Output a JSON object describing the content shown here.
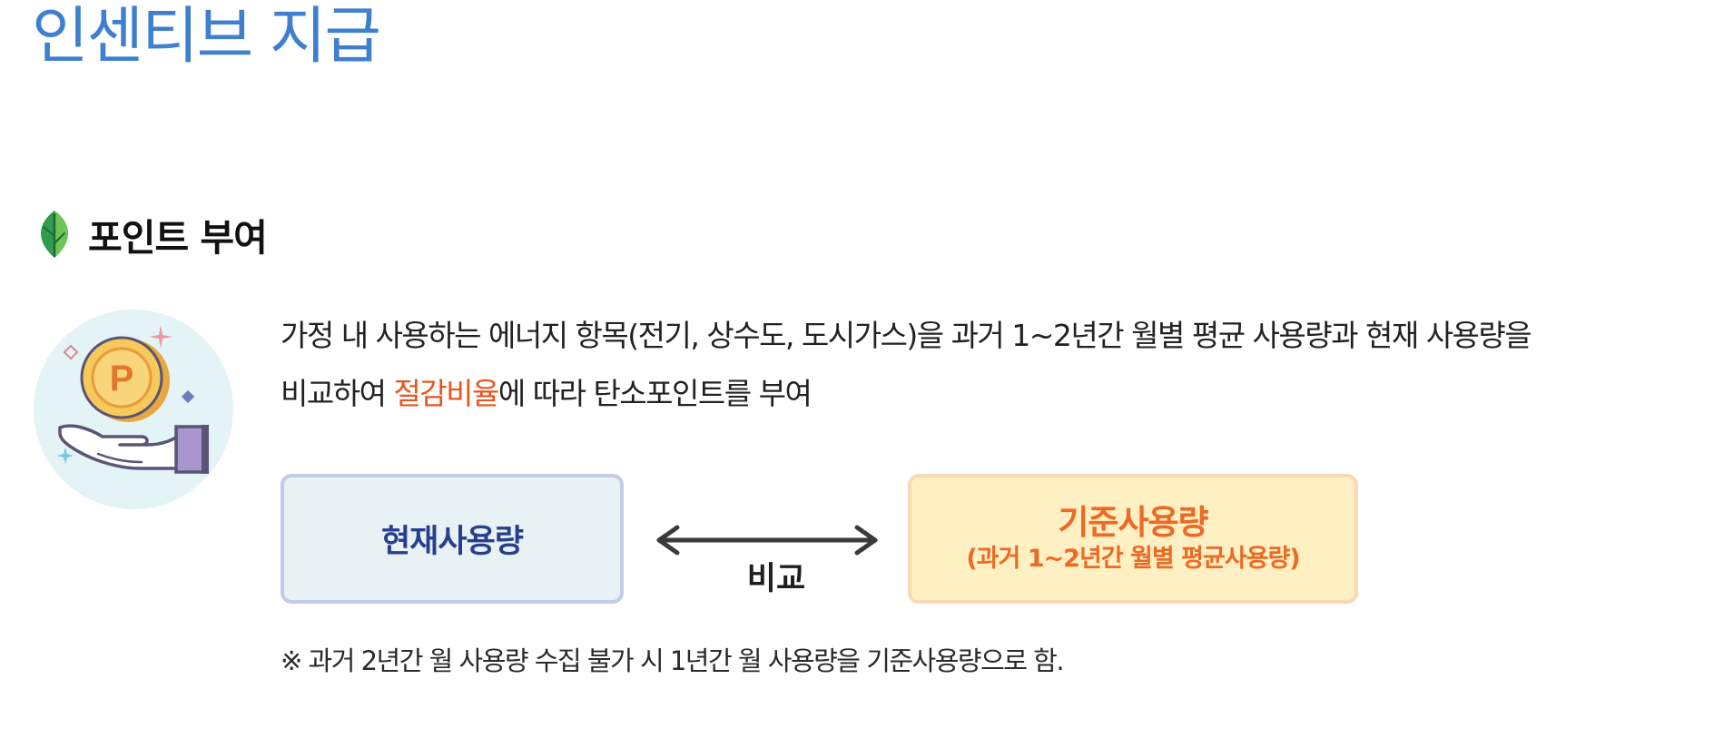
{
  "page": {
    "title": "인센티브 지급"
  },
  "section": {
    "title": "포인트 부여",
    "icon": "leaf-icon"
  },
  "illustration": {
    "icon": "hand-holding-point-coin-icon",
    "coin_letter": "P",
    "colors": {
      "circle": "#e4f3f6",
      "coin": "#f7c95b",
      "sleeve": "#a996cf",
      "sparkle_pink": "#e79aa0",
      "sparkle_blue": "#7cc7e0"
    }
  },
  "description": {
    "before_highlight": "가정 내 사용하는 에너지 항목(전기, 상수도, 도시가스)을 과거 1~2년간 월별 평균 사용량과 현재 사용량을 비교하여 ",
    "highlight": "절감비율",
    "after_highlight": "에 따라 탄소포인트를 부여",
    "highlight_color": "#e8561f"
  },
  "comparison": {
    "current_label": "현재사용량",
    "compare_label": "비교",
    "compare_icon": "double-arrow-icon",
    "baseline_label": "기준사용량",
    "baseline_sublabel": "(과거 1~2년간 월별 평균사용량)",
    "colors": {
      "current_bg": "#e8f2f4",
      "current_border": "#c3cce6",
      "current_text": "#283f8f",
      "baseline_bg": "#fff0c4",
      "baseline_border": "#fbd8b6",
      "baseline_text": "#ec6a24"
    }
  },
  "footnote": "※ 과거 2년간 월 사용량 수집 불가 시 1년간 월 사용량을 기준사용량으로 함."
}
